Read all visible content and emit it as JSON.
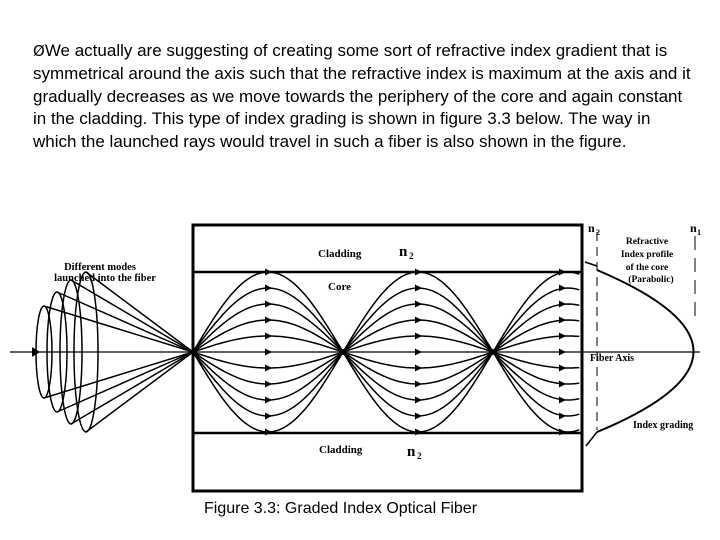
{
  "slide": {
    "bullet": "Ø",
    "text": "We actually are suggesting of creating some sort of refractive index gradient that is symmetrical around the axis such that the refractive index is maximum at the axis and it gradually decreases as we move towards the periphery of the core and again constant in the cladding. This type of index grading is shown in figure 3.3 below. The way in which the launched rays would travel in such a fiber is also shown in the figure."
  },
  "figure": {
    "launch_label_line1": "Different modes",
    "launch_label_line2": "launched into the fiber",
    "cladding_top": "Cladding",
    "cladding_bottom": "Cladding",
    "core": "Core",
    "n2_top": "n",
    "n2_top_sub": "2",
    "n2_bottom": "n",
    "n2_bottom_sub": "2",
    "profile_n2": "n",
    "profile_n2_sub": "2",
    "profile_n1": "n",
    "profile_n1_sub": "1",
    "profile_title_1": "Refractive",
    "profile_title_2": "Index profile",
    "profile_title_3": "of the core",
    "profile_title_4": "(Parabolic)",
    "fiber_axis": "Fiber Axis",
    "index_grading": "Index grading",
    "caption": "Figure 3.3: Graded Index Optical Fiber"
  },
  "colors": {
    "ink": "#000000",
    "background": "#ffffff"
  }
}
